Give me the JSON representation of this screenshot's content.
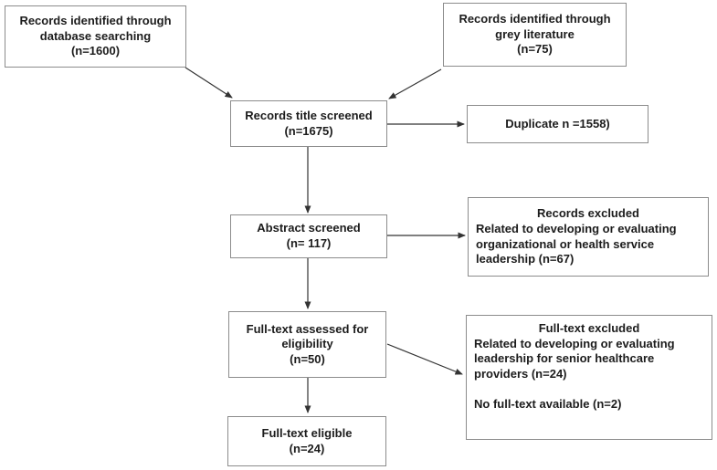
{
  "diagram": {
    "type": "prisma-flow",
    "colors": {
      "background": "#ffffff",
      "box_border": "#8c8c8c",
      "text": "#1c1c1c",
      "arrow": "#333333"
    },
    "boxes": {
      "db_search": {
        "text": "Records identified through\ndatabase searching\n(n=1600)"
      },
      "grey_lit": {
        "text": "Records identified through\ngrey literature\n(n=75)"
      },
      "title_screened": {
        "text": "Records title screened\n(n=1675)"
      },
      "duplicate": {
        "text": "Duplicate  n =1558)"
      },
      "abstract_screened": {
        "text": "Abstract screened\n(n= 117)"
      },
      "records_excluded": {
        "title": "Records excluded",
        "body": "Related to developing or evaluating organizational or health service leadership (n=67)"
      },
      "fulltext_assessed": {
        "text": "Full-text assessed for\neligibility\n(n=50)"
      },
      "fulltext_excluded": {
        "title": "Full-text excluded",
        "body": "Related to developing or evaluating leadership for senior healthcare providers  (n=24)\n\nNo full-text available (n=2)"
      },
      "fulltext_eligible": {
        "text": "Full-text eligible\n(n=24)"
      }
    },
    "counts": {
      "database_searching": 1600,
      "grey_literature": 75,
      "title_screened": 1675,
      "duplicates": 1558,
      "abstract_screened": 117,
      "records_excluded": 67,
      "fulltext_assessed": 50,
      "fulltext_excluded_leadership": 24,
      "no_fulltext_available": 2,
      "fulltext_eligible": 24
    }
  }
}
